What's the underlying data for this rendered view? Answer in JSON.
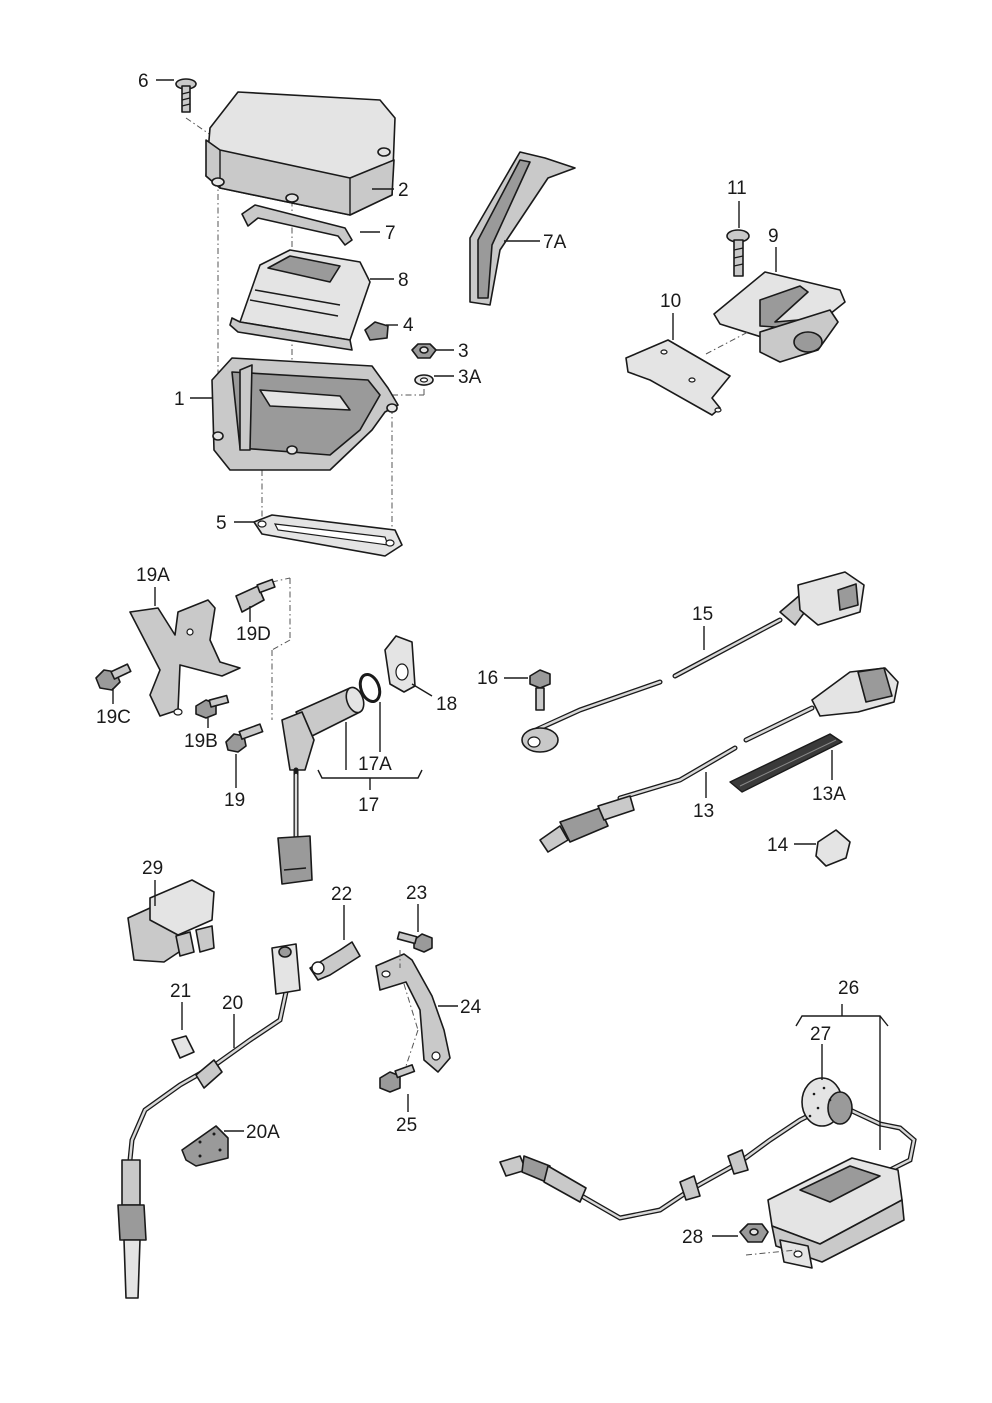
{
  "labels": {
    "p1": "1",
    "p2": "2",
    "p3": "3",
    "p3a": "3A",
    "p4": "4",
    "p5": "5",
    "p6": "6",
    "p7": "7",
    "p7a": "7A",
    "p8": "8",
    "p9": "9",
    "p10": "10",
    "p11": "11",
    "p13": "13",
    "p13a": "13A",
    "p14": "14",
    "p15": "15",
    "p16": "16",
    "p17": "17",
    "p17a": "17A",
    "p18": "18",
    "p19": "19",
    "p19a": "19A",
    "p19b": "19B",
    "p19c": "19C",
    "p19d": "19D",
    "p20": "20",
    "p20a": "20A",
    "p21": "21",
    "p22": "22",
    "p23": "23",
    "p24": "24",
    "p25": "25",
    "p26": "26",
    "p27": "27",
    "p28": "28",
    "p29": "29"
  },
  "colors": {
    "ink": "#1a1a1a",
    "part_fill": "#c9c9c9",
    "part_light": "#e4e4e4",
    "part_dark": "#9a9a9a",
    "background": "#ffffff"
  }
}
